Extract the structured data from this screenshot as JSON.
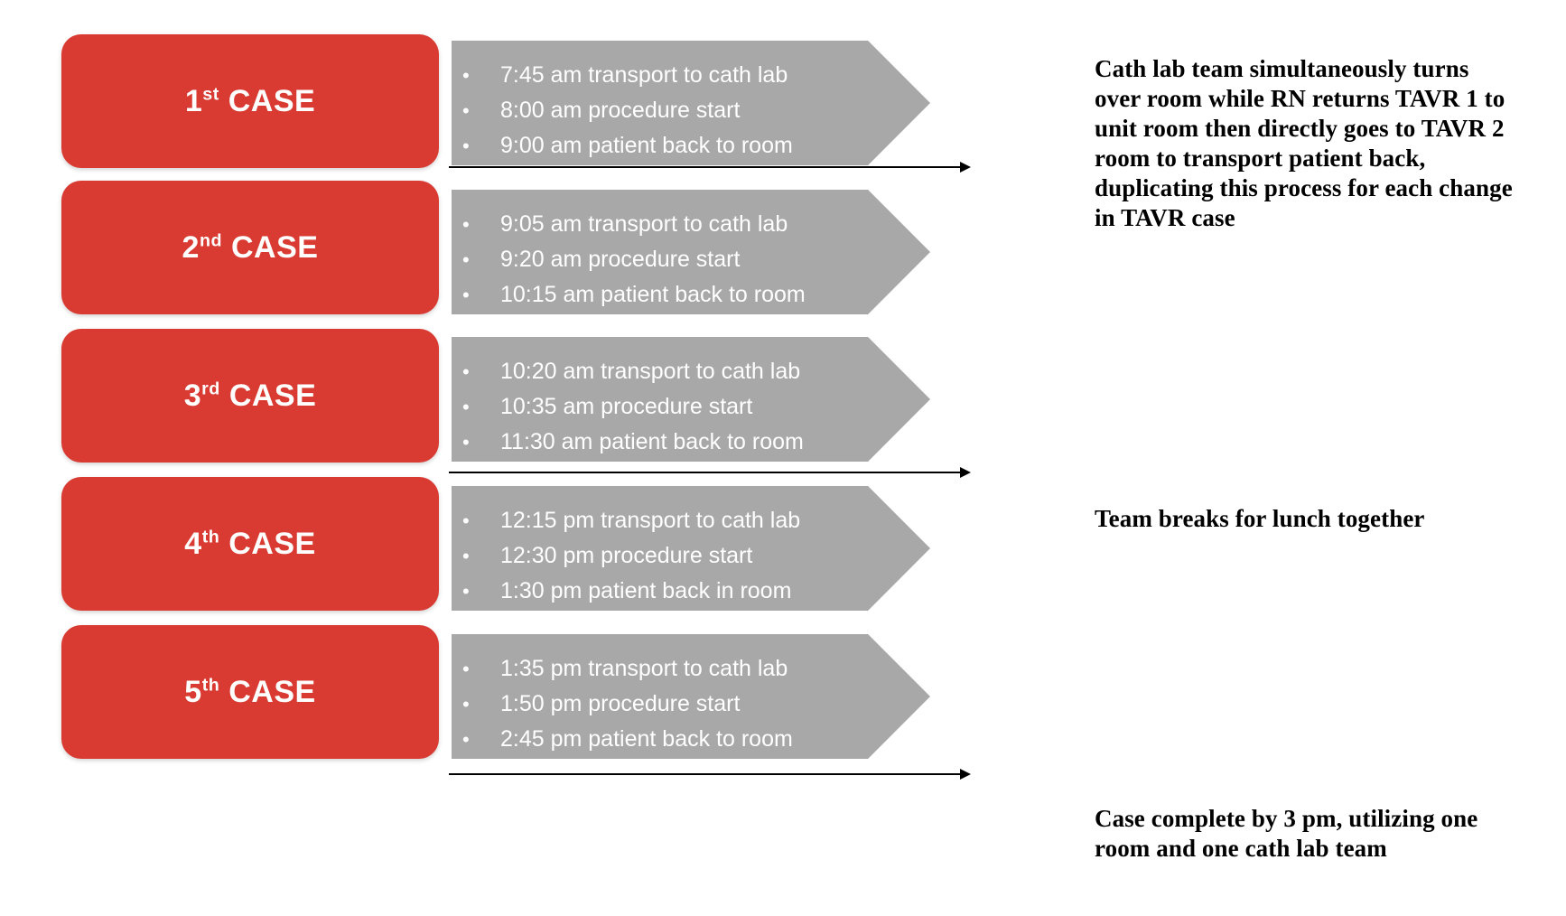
{
  "diagram": {
    "title": "TAVR cath lab daily case flow timeline",
    "colors": {
      "case_box_red": "#d93a31",
      "step_arrow_gray": "#a8a8a8",
      "text_white": "#ffffff",
      "note_black": "#000000",
      "page_background": "#ffffff"
    },
    "bullet_glyph": "•",
    "cases": [
      {
        "ordinal": "1",
        "ordinal_suffix": "st",
        "label_word": "CASE",
        "steps": [
          "7:45 am transport to cath lab",
          "8:00 am procedure start",
          "9:00 am patient back to room"
        ]
      },
      {
        "ordinal": "2",
        "ordinal_suffix": "nd",
        "label_word": "CASE",
        "steps": [
          "9:05 am transport to cath lab",
          "9:20 am procedure start",
          "10:15 am patient back to room"
        ]
      },
      {
        "ordinal": "3",
        "ordinal_suffix": "rd",
        "label_word": "CASE",
        "steps": [
          "10:20 am transport to cath lab",
          "10:35 am procedure start",
          "11:30 am patient back to room"
        ]
      },
      {
        "ordinal": "4",
        "ordinal_suffix": "th",
        "label_word": "CASE",
        "steps": [
          "12:15 pm transport to cath lab",
          "12:30 pm procedure start",
          "1:30 pm patient back in room"
        ]
      },
      {
        "ordinal": "5",
        "ordinal_suffix": "th",
        "label_word": "CASE",
        "steps": [
          "1:35 pm transport to cath lab",
          "1:50 pm procedure start",
          "2:45 pm patient back to room"
        ]
      }
    ],
    "notes": [
      {
        "id": "turnover-note",
        "text": "Cath lab team simultaneously turns over room while RN returns TAVR 1 to unit room then directly goes to TAVR 2 room to transport patient back, duplicating this process for each change in TAVR case"
      },
      {
        "id": "lunch-note",
        "text": "Team breaks for lunch together"
      },
      {
        "id": "completion-note",
        "text": "Case complete by 3 pm, utilizing one room and one cath lab team"
      }
    ]
  }
}
